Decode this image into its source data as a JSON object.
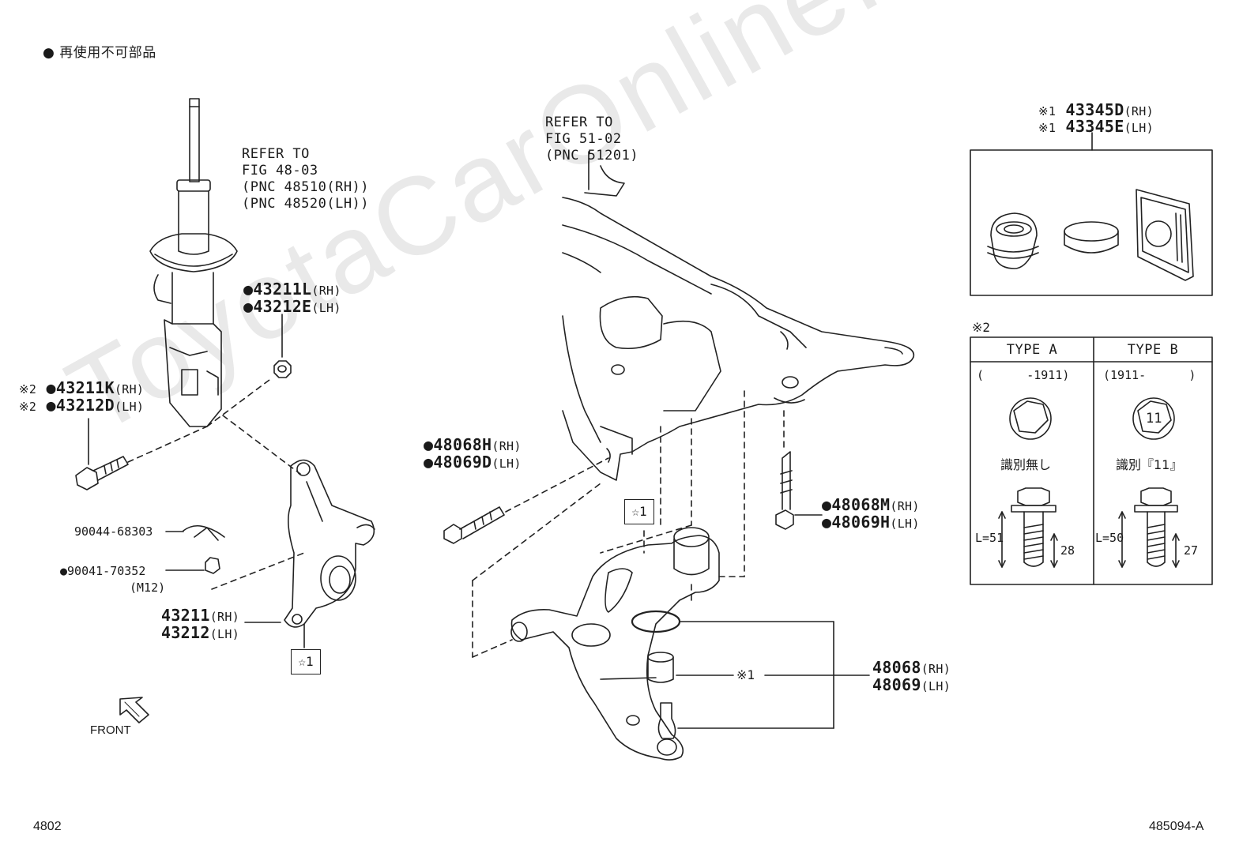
{
  "legend": {
    "bullet": "●",
    "text": "再使用不可部品"
  },
  "watermark": "ToyotaCarOnline.ru",
  "refs": {
    "strut": [
      "REFER TO",
      "FIG 48-03",
      "(PNC 48510(RH))",
      "(PNC 48520(LH))"
    ],
    "crossmember": [
      "REFER TO",
      "FIG 51-02",
      "(PNC 51201)"
    ]
  },
  "parts": {
    "nut_rh": {
      "mark": "●",
      "pn": "43211L",
      "side": "(RH)"
    },
    "nut_lh": {
      "mark": "●",
      "pn": "43212E",
      "side": "(LH)"
    },
    "bolt_rh": {
      "note": "※2",
      "mark": "●",
      "pn": "43211K",
      "side": "(RH)"
    },
    "bolt_lh": {
      "note": "※2",
      "mark": "●",
      "pn": "43212D",
      "side": "(LH)"
    },
    "pin": {
      "pn": "90044-68303"
    },
    "castle_nut": {
      "mark": "●",
      "pn": "90041-70352",
      "size": "(M12)"
    },
    "knuckle_rh": {
      "pn": "43211",
      "side": "(RH)"
    },
    "knuckle_lh": {
      "pn": "43212",
      "side": "(LH)"
    },
    "arm_bolt_rh": {
      "mark": "●",
      "pn": "48068H",
      "side": "(RH)"
    },
    "arm_bolt_lh": {
      "mark": "●",
      "pn": "48069D",
      "side": "(LH)"
    },
    "rear_bolt_rh": {
      "mark": "●",
      "pn": "48068M",
      "side": "(RH)"
    },
    "rear_bolt_lh": {
      "mark": "●",
      "pn": "48069H",
      "side": "(LH)"
    },
    "arm_rh": {
      "pn": "48068",
      "side": "(RH)"
    },
    "arm_lh": {
      "pn": "48069",
      "side": "(LH)"
    },
    "boot_kit_rh": {
      "note": "※1",
      "pn": "43345D",
      "side": "(RH)"
    },
    "boot_kit_lh": {
      "note": "※1",
      "pn": "43345E",
      "side": "(LH)"
    }
  },
  "star_tag": "☆1",
  "note1": "※1",
  "note2": "※2",
  "type_table": {
    "a": {
      "title": "TYPE A",
      "range": "(      -1911)",
      "ident": "識別無し",
      "len": "L=51",
      "thread": "28"
    },
    "b": {
      "title": "TYPE B",
      "range": "(1911-      )",
      "ident": "識別『11』",
      "len": "L=50",
      "thread": "27",
      "head_mark": "11"
    }
  },
  "front": "FRONT",
  "page_left": "4802",
  "page_right": "485094-A"
}
